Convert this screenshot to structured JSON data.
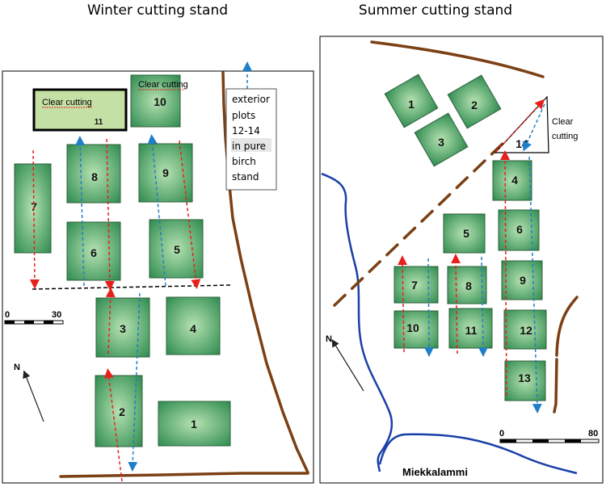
{
  "titles": {
    "winter": "Winter cutting stand",
    "summer": "Summer cutting stand"
  },
  "winter": {
    "plots": [
      "1",
      "2",
      "3",
      "4",
      "5",
      "6",
      "7",
      "8",
      "9",
      "10",
      "11"
    ],
    "clear_cutting_1": "Clear cutting",
    "clear_cutting_2": "Clear cutting",
    "exterior_note": [
      "exterior",
      "plots",
      "12-14",
      "in pure",
      "birch",
      "stand"
    ],
    "scale": {
      "start": "0",
      "end": "30"
    },
    "north": "N"
  },
  "summer": {
    "plots": [
      "1",
      "2",
      "3",
      "4",
      "5",
      "6",
      "7",
      "8",
      "9",
      "10",
      "11",
      "12",
      "13",
      "14"
    ],
    "clear_cutting": [
      "Clear",
      "cutting"
    ],
    "scale": {
      "start": "0",
      "end": "80"
    },
    "north": "N",
    "lake": "Miekkalammi"
  },
  "colors": {
    "plot_light": "#a8d8a8",
    "plot_dark": "#2e8b4f",
    "road": "#7b4014",
    "river": "#1a3fa8",
    "red_arrow": "#e8201c",
    "blue_arrow": "#1f7fc8",
    "clear_cut_fill": "#c5e0a5"
  }
}
